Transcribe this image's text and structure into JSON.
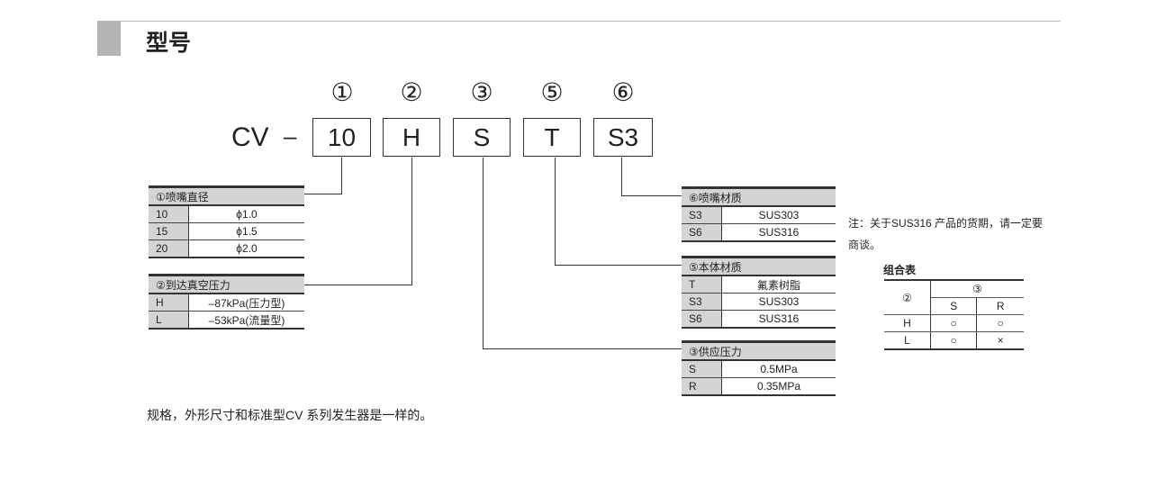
{
  "title": "型号",
  "prefix": "CV",
  "dash": "–",
  "codes": [
    {
      "num": "①",
      "val": "10"
    },
    {
      "num": "②",
      "val": "H"
    },
    {
      "num": "③",
      "val": "S"
    },
    {
      "num": "⑤",
      "val": "T"
    },
    {
      "num": "⑥",
      "val": "S3"
    }
  ],
  "tables": {
    "nozzle_dia": {
      "header": "①喷嘴直径",
      "rows": [
        [
          "10",
          "ϕ1.0"
        ],
        [
          "15",
          "ϕ1.5"
        ],
        [
          "20",
          "ϕ2.0"
        ]
      ]
    },
    "vacuum": {
      "header": "②到达真空压力",
      "rows": [
        [
          "H",
          "–87kPa(压力型)"
        ],
        [
          "L",
          "–53kPa(流量型)"
        ]
      ]
    },
    "nozzle_mat": {
      "header": "⑥喷嘴材质",
      "rows": [
        [
          "S3",
          "SUS303"
        ],
        [
          "S6",
          "SUS316"
        ]
      ]
    },
    "body_mat": {
      "header": "⑤本体材质",
      "rows": [
        [
          "T",
          "氟素树脂"
        ],
        [
          "S3",
          "SUS303"
        ],
        [
          "S6",
          "SUS316"
        ]
      ]
    },
    "supply": {
      "header": "③供应压力",
      "rows": [
        [
          "S",
          "0.5MPa"
        ],
        [
          "R",
          "0.35MPa"
        ]
      ]
    }
  },
  "note": {
    "line1": "注：关于SUS316 产品的货期，请一定要",
    "line2": "商谈。"
  },
  "combo": {
    "title": "组合表",
    "row_head": "②",
    "col_head": "③",
    "cols": [
      "S",
      "R"
    ],
    "rows": [
      [
        "H",
        "○",
        "○"
      ],
      [
        "L",
        "○",
        "×"
      ]
    ]
  },
  "footer": "规格，外形尺寸和标准型CV 系列发生器是一样的。"
}
